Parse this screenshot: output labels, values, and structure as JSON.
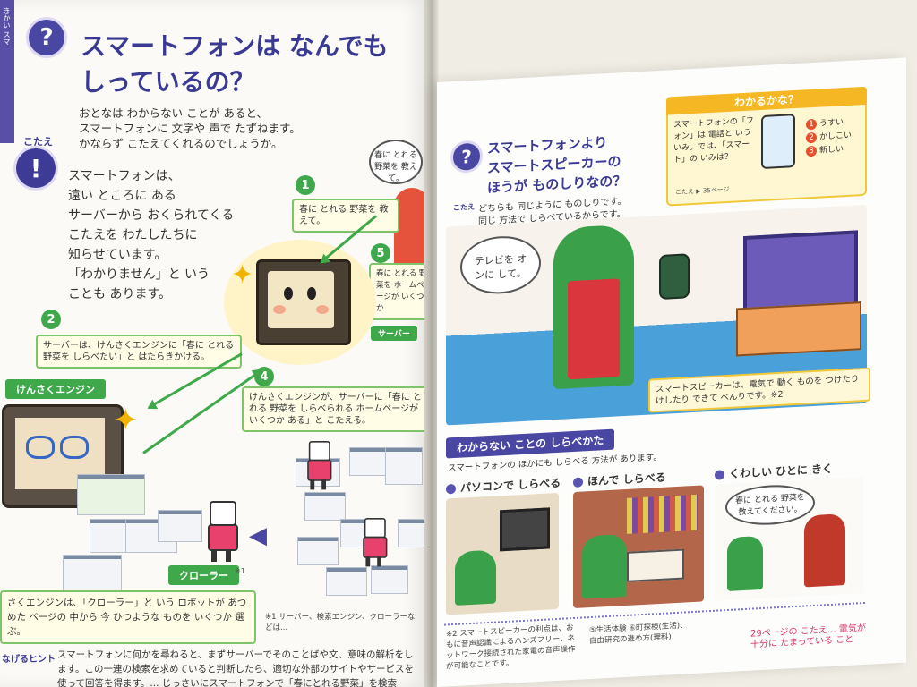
{
  "left_page": {
    "tab": "きかい スマ",
    "question_title_line1": "スマートフォンは なんでも",
    "question_title_line2": "しっているの？",
    "question_body": [
      "おとなは わからない ことが あると、",
      "スマートフォンに 文字や 声で たずねます。",
      "かならず こたえてくれるのでしょうか。"
    ],
    "kotae_label": "こたえ",
    "answer_lines": [
      "スマートフォンは、",
      "遠い ところに ある",
      "サーバーから おくられてくる",
      "こたえを わたしたちに",
      "知らせています。",
      "「わかりません」と いう",
      "ことも あります。"
    ],
    "bubble_text": "春に とれる 野菜を 教えて。",
    "step1_num": "1",
    "step1_text": "春に とれる 野菜を 教えて。",
    "step2_num": "2",
    "step2_text": "サーバーは、けんさくエンジンに「春に とれる 野菜を しらべたい」と はたらきかける。",
    "step4_num": "4",
    "step4_text": "けんさくエンジンが、サーバーに「春に とれる 野菜を しらべられる ホームページが いくつか ある」と こたえる。",
    "step5_num": "5",
    "step5_text": "春に とれる 野菜を ホームページが いくつか",
    "server_label": "サーバー",
    "engine_label": "けんさくエンジン",
    "crawler_label": "クローラー",
    "crawler_note": "※1",
    "caption": "さくエンジンは、「クローラー」と いう ロボットが あつめた ページの 中から 今 ひつような ものを いくつか 選ぶ。",
    "side_note": "※1 サーバー、検索エンジン、クローラーなどは...",
    "hint_label": "なげるヒント",
    "hint_text": "スマートフォンに何かを尋ねると、まずサーバーでそのことばや文、意味の解析をします。この一連の検索を求めていると判断したら、適切な外部のサイトやサービスを使って回答を得ます。... じっさいにスマートフォンで「春にとれる野菜」を検索し、... このページに戻って確認しましょう。"
  },
  "right_page": {
    "question_title_line1": "スマートフォンより",
    "question_title_line2": "スマートスピーカーの",
    "question_title_line3": "ほうが ものしりなの？",
    "kotae_label": "こたえ",
    "answer_lines": [
      "どちらも 同じように ものしりです。",
      "同じ 方法で しらべているからです。"
    ],
    "speech_text": "テレビを オンに して。",
    "quiz_title": "わかるかな？",
    "quiz_question": "スマートフォンの「フォン」は 電話と いう いみ。では、「スマート」の いみは？",
    "quiz_options": [
      "うすい",
      "かしこい",
      "新しい"
    ],
    "quiz_answer_ref": "こたえ ▶ 35ページ",
    "speaker_caption": "スマートスピーカーは、電気で 動く ものを つけたり けしたり できて べんりです。※2",
    "section_banner": "わからない ことの しらべかた",
    "section_intro": "スマートフォンの ほかにも しらべる 方法が あります。",
    "methods": [
      "パソコンで しらべる",
      "ほんで しらべる",
      "くわしい ひとに きく"
    ],
    "ask_bubble": "春に とれる 野菜を 教えてください。",
    "footnote_left": "※2 スマートスピーカーの利点は、おもに音声認識によるハンズフリー、ネットワーク接続された家電の音声操作が可能なことです。",
    "footnote_mid": "⑤生活体験 ⑥町探検(生活)、自由研究の進め方(理科)",
    "footnote_right_line1": "29ページの こたえ… 電気が",
    "footnote_right_line2": "十分に たまっている こと"
  },
  "colors": {
    "accent_purple": "#4a47a3",
    "green": "#3ea84a",
    "yellow": "#f5b824",
    "pink": "#d9366a"
  }
}
